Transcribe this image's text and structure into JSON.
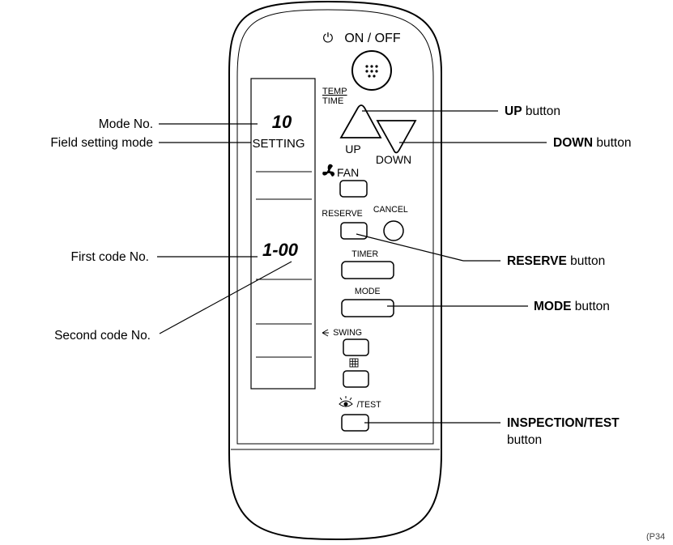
{
  "remote": {
    "power_label": "ON / OFF",
    "temp_label": "TEMP",
    "time_label": "TIME",
    "up_label": "UP",
    "down_label": "DOWN",
    "fan_label": "FAN",
    "reserve_label": "RESERVE",
    "cancel_label": "CANCEL",
    "timer_label": "TIMER",
    "mode_label": "MODE",
    "swing_label": "SWING",
    "test_label": "/TEST"
  },
  "display": {
    "mode_no": "10",
    "setting_label": "SETTING",
    "code_value": "1-00"
  },
  "callouts_left": {
    "mode_no": "Mode No.",
    "field_setting_mode": "Field setting mode",
    "first_code_no": "First code No.",
    "second_code_no": "Second code No."
  },
  "callouts_right": {
    "up": {
      "bold": "UP",
      "rest": " button"
    },
    "down": {
      "bold": "DOWN",
      "rest": " button"
    },
    "reserve": {
      "bold": "RESERVE",
      "rest": " button"
    },
    "mode": {
      "bold": "MODE",
      "rest": " button"
    },
    "inspection_test": {
      "bold": "INSPECTION/TEST",
      "rest": "button"
    }
  },
  "figure_ref": "(P34"
}
